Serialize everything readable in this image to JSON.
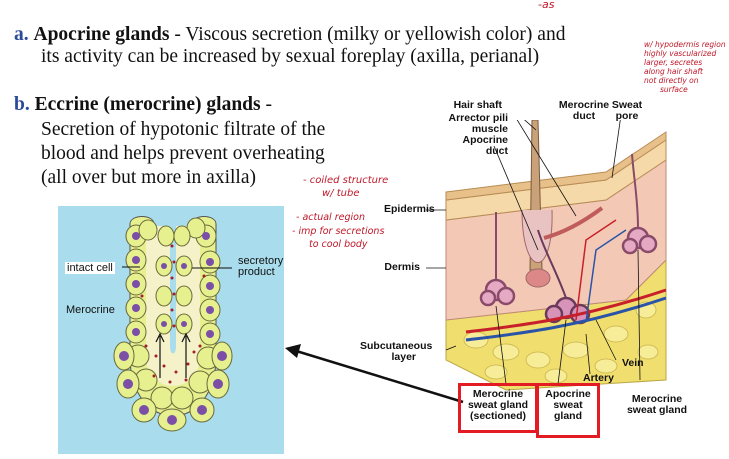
{
  "items": {
    "a": {
      "letter": "a.",
      "title": "Apocrine glands",
      "line1": " - Viscous secretion (milky or yellowish color) and",
      "line2": "its activity can be increased by sexual foreplay (axilla, perianal)"
    },
    "b": {
      "letter": "b.",
      "title": "Eccrine (merocrine) glands",
      "dash": " -",
      "line1": "Secretion of hypotonic filtrate of the",
      "line2": "blood and helps prevent overheating",
      "line3": "(all over but more in axilla)"
    }
  },
  "handwritten": {
    "top": "-as",
    "apocrine_note": [
      "w/ hypodermis region",
      "highly vascularized",
      "larger, secretes",
      "along hair shaft",
      "not directly on",
      "surface"
    ],
    "coiled": "- coiled structure",
    "tube": "w/ tube",
    "actual": "- actual region",
    "imp": "- imp for secretions",
    "cool": "to cool body"
  },
  "left_figure": {
    "intact_cell": "intact cell",
    "secretory": "secretory",
    "product": "product",
    "merocrine": "Merocrine",
    "bg_color": "#a9dcec",
    "cell_color": "#e6f08f",
    "nucleus_color": "#7b4fa6"
  },
  "skin_figure": {
    "hair_shaft": "Hair shaft",
    "arrector_pili": [
      "Arrector pili",
      "muscle"
    ],
    "apocrine_duct": [
      "Apocrine",
      "duct"
    ],
    "merocrine_duct": [
      "Merocrine",
      "duct"
    ],
    "sweat_pore": [
      "Sweat",
      "pore"
    ],
    "epidermis": "Epidermis",
    "dermis": "Dermis",
    "subcutaneous": [
      "Subcutaneous",
      "layer"
    ],
    "vein": "Vein",
    "artery": "Artery",
    "box1": [
      "Merocrine",
      "sweat gland",
      "(sectioned)"
    ],
    "box2": [
      "Apocrine",
      "sweat",
      "gland"
    ],
    "merocrine_gland": [
      "Merocrine",
      "sweat gland"
    ]
  }
}
